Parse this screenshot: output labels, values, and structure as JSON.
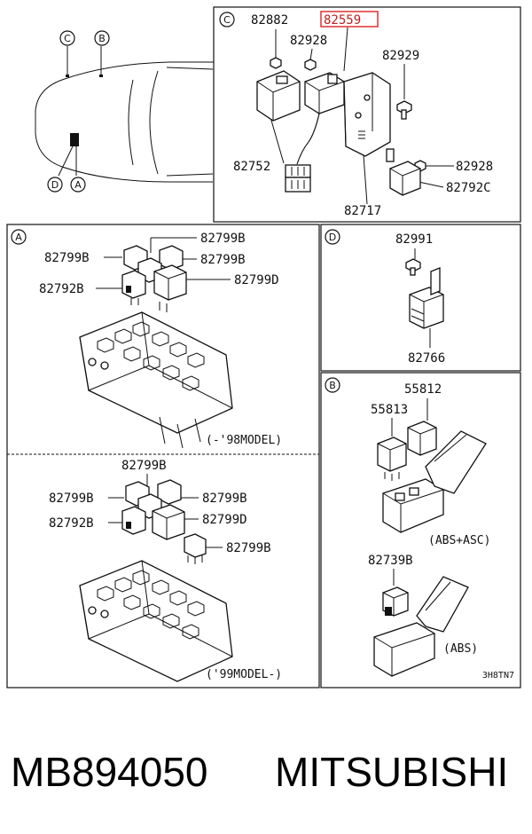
{
  "panel_c": {
    "marker": "C",
    "labels": {
      "p82882": "82882",
      "p82559": "82559",
      "p82928a": "82928",
      "p82929": "82929",
      "p82752": "82752",
      "p82928b": "82928",
      "p82792c": "82792C",
      "p82717": "82717"
    },
    "highlight_color": "#e03030"
  },
  "car": {
    "markers": {
      "c": "C",
      "b": "B",
      "d": "D",
      "a": "A"
    }
  },
  "panel_a": {
    "marker": "A",
    "top": {
      "labels": {
        "l1": "82799B",
        "l2": "82799B",
        "l3": "82799B",
        "l4": "82792B",
        "l5": "82799D"
      },
      "model": "(-'98MODEL)"
    },
    "bottom": {
      "labels": {
        "l1": "82799B",
        "l2": "82799B",
        "l3": "82799B",
        "l4": "82792B",
        "l5": "82799D",
        "l6": "82799B"
      },
      "model": "('99MODEL-)"
    }
  },
  "panel_d": {
    "marker": "D",
    "labels": {
      "p82991": "82991",
      "p82766": "82766"
    }
  },
  "panel_b": {
    "marker": "B",
    "labels": {
      "p55812": "55812",
      "p55813": "55813",
      "abs_asc": "(ABS+ASC)",
      "p82739b": "82739B",
      "abs": "(ABS)"
    }
  },
  "diagram_code": "3H8TN7",
  "caption": {
    "part_number": "MB894050",
    "brand": "MITSUBISHI"
  }
}
